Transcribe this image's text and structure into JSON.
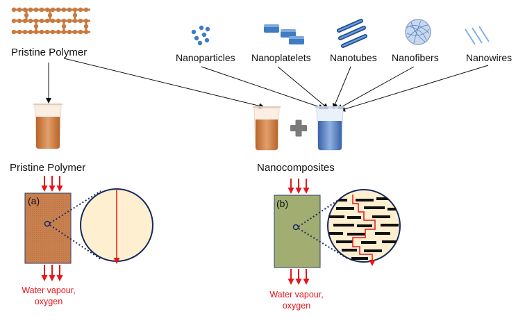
{
  "top": {
    "pristine_polymer_label": "Pristine Polymer",
    "fillers": [
      {
        "label": "Nanoparticles",
        "icon": "nanoparticles-icon"
      },
      {
        "label": "Nanoplatelets",
        "icon": "nanoplatelets-icon"
      },
      {
        "label": "Nanotubes",
        "icon": "nanotubes-icon"
      },
      {
        "label": "Nanofibers",
        "icon": "nanofibers-icon"
      },
      {
        "label": "Nanowires",
        "icon": "nanowires-icon"
      }
    ]
  },
  "middle": {
    "left_label": "Pristine Polymer",
    "right_label": "Nanocomposites"
  },
  "panels": {
    "a": {
      "tag": "(a)",
      "caption_line1": "Water vapour,",
      "caption_line2": "oxygen"
    },
    "b": {
      "tag": "(b)",
      "caption_line1": "Water vapour,",
      "caption_line2": "oxygen"
    }
  },
  "colors": {
    "polymer": "#c8804f",
    "nanocomposite": "#a2ae71",
    "circle_fill": "#fdefd0",
    "circle_stroke": "#16295f",
    "arrow_red": "#e8141b",
    "filler_blue": "#3f7cc4",
    "beaker_orange": "#c97a3e",
    "beaker_blue": "#5b86c8"
  }
}
